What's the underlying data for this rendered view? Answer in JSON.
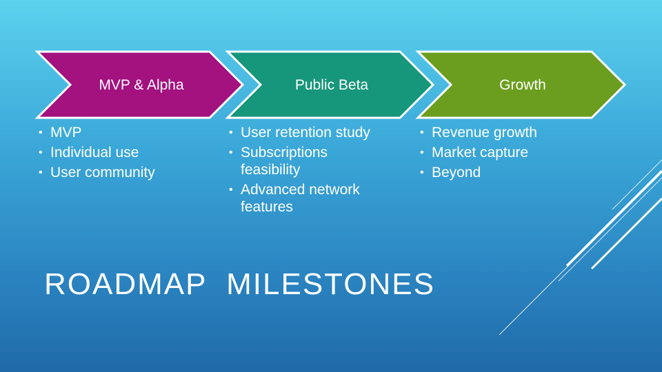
{
  "slide": {
    "title": "ROADMAP  MILESTONES"
  },
  "stages": [
    {
      "label": "MVP & Alpha",
      "color": "#a3127f",
      "bullets": [
        "MVP",
        "Individual use",
        "User community"
      ]
    },
    {
      "label": "Public Beta",
      "color": "#16967a",
      "bullets": [
        "User retention study",
        "Subscriptions feasibility",
        "Advanced network features"
      ]
    },
    {
      "label": "Growth",
      "color": "#6b9e1e",
      "bullets": [
        "Revenue growth",
        "Market capture",
        "Beyond"
      ]
    }
  ]
}
